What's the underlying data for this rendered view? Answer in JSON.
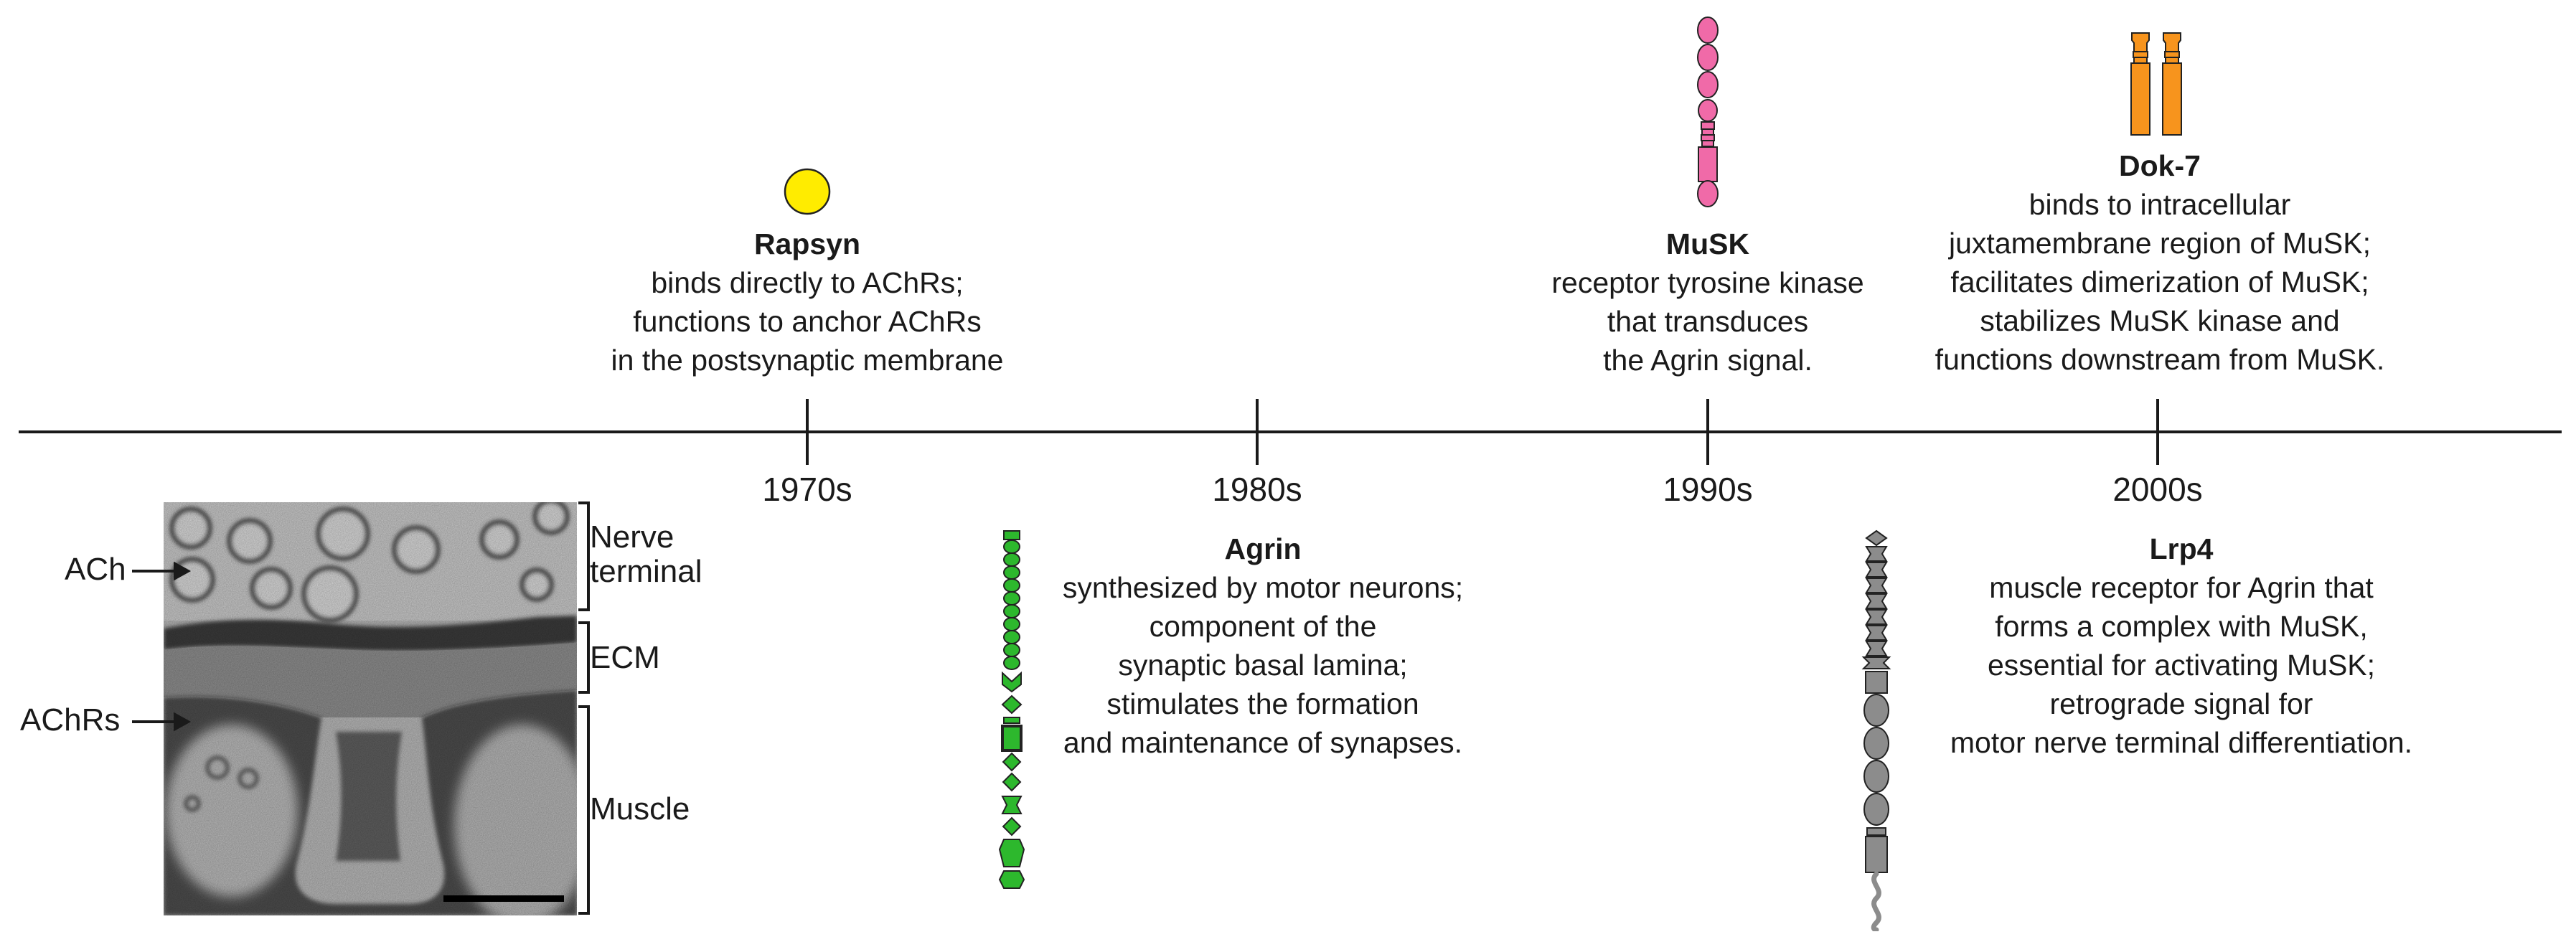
{
  "timeline": {
    "decades": [
      "1970s",
      "1980s",
      "1990s",
      "2000s"
    ]
  },
  "entries": {
    "rapsyn": {
      "name": "Rapsyn",
      "lines": [
        "binds directly to AChRs;",
        "functions to anchor AChRs",
        "in the postsynaptic membrane"
      ]
    },
    "agrin": {
      "name": "Agrin",
      "lines": [
        "synthesized by motor neurons;",
        "component of the",
        "synaptic basal lamina;",
        "stimulates the formation",
        "and maintenance of synapses."
      ]
    },
    "musk": {
      "name": "MuSK",
      "lines": [
        "receptor tyrosine kinase",
        "that transduces",
        "the Agrin signal."
      ]
    },
    "dok7": {
      "name": "Dok-7",
      "lines": [
        "binds to intracellular",
        "juxtamembrane region of MuSK;",
        "facilitates dimerization of MuSK;",
        "stabilizes MuSK kinase and",
        "functions downstream from MuSK."
      ]
    },
    "lrp4": {
      "name": "Lrp4",
      "lines": [
        "muscle receptor for Agrin that",
        "forms a complex with MuSK,",
        "essential for activating MuSK;",
        "retrograde signal for",
        "motor nerve terminal differentiation."
      ]
    }
  },
  "micrograph": {
    "left_labels": [
      "ACh",
      "AChRs"
    ],
    "right_labels": {
      "nerve_line1": "Nerve",
      "nerve_line2": "terminal",
      "ecm": "ECM",
      "muscle": "Muscle"
    }
  },
  "colors": {
    "rapsyn": "#ffec00",
    "agrin": "#2db82d",
    "musk": "#f06aa8",
    "dok7": "#f7941d",
    "lrp4": "#8c8c8c",
    "line": "#1a1a1a"
  }
}
